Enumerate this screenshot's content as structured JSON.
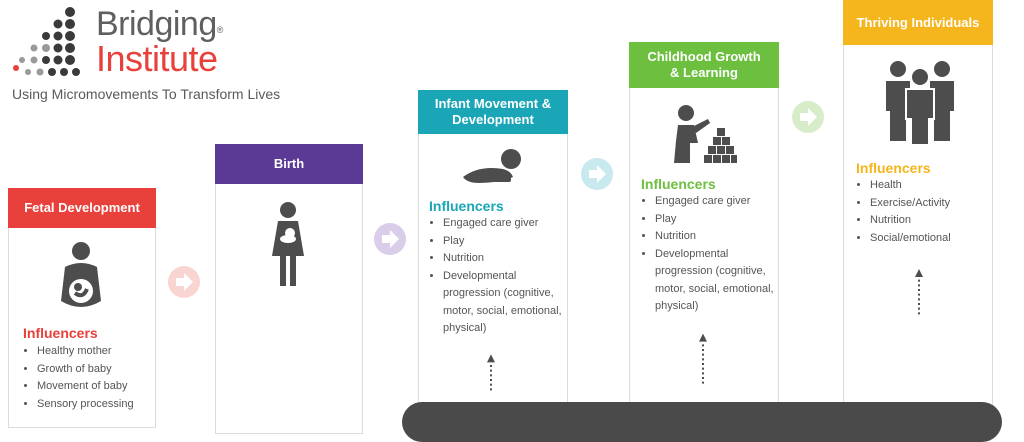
{
  "logo": {
    "line1": "Bridging",
    "reg_mark": "®",
    "line2": "Institute",
    "tagline": "Using Micromovements To Transform Lives"
  },
  "colors": {
    "fetal": "#e8403a",
    "birth": "#5b3a96",
    "infant": "#1aa6b7",
    "childhood": "#6cbf3f",
    "thriving": "#f5b51c",
    "icon_gray": "#4d4d4d"
  },
  "stages": [
    {
      "title": "Fetal Development",
      "icon": "pregnant-woman-icon",
      "influencers_label": "Influencers",
      "influencers": [
        "Healthy mother",
        "Growth of baby",
        "Movement of baby",
        "Sensory processing"
      ]
    },
    {
      "title": "Birth",
      "icon": "mother-holding-baby-icon"
    },
    {
      "title": "Infant Movement & Development",
      "icon": "crawling-infant-icon",
      "influencers_label": "Influencers",
      "influencers": [
        "Engaged care giver",
        "Play",
        "Nutrition",
        "Developmental progression (cognitive, motor, social, emotional, physical)"
      ]
    },
    {
      "title": "Childhood Growth & Learning",
      "icon": "child-stacking-blocks-icon",
      "influencers_label": "Influencers",
      "influencers": [
        "Engaged care giver",
        "Play",
        "Nutrition",
        "Developmental progression (cognitive, motor, social, emotional, physical)"
      ]
    },
    {
      "title": "Thriving Individuals",
      "icon": "group-of-people-icon",
      "influencers_label": "Influencers",
      "influencers": [
        "Health",
        "Exercise/Activity",
        "Nutrition",
        "Social/emotional"
      ]
    }
  ]
}
